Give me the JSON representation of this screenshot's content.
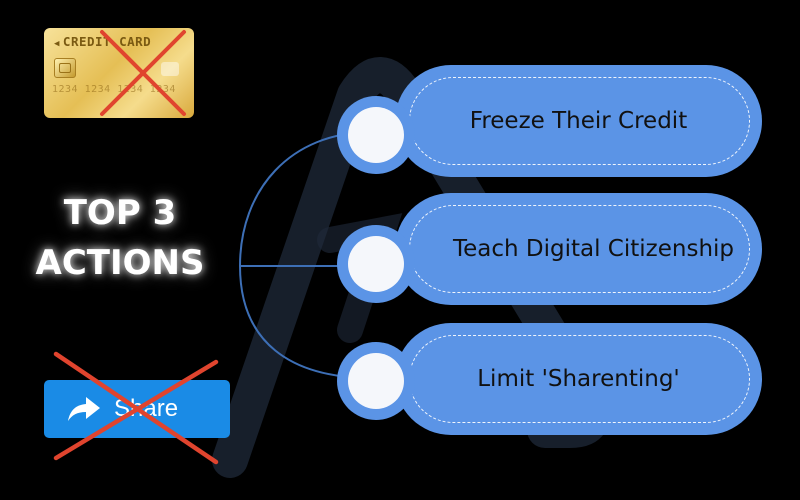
{
  "card": {
    "title": "CREDIT CARD",
    "number": "1234 1234 1234 1234",
    "crossed_out": true
  },
  "title": {
    "line1": "TOP 3",
    "line2": "ACTIONS"
  },
  "share_button": {
    "label": "Share",
    "crossed_out": true
  },
  "actions": [
    {
      "label": "Freeze Their Credit"
    },
    {
      "label": "Teach Digital Citizenship"
    },
    {
      "label": "Limit 'Sharenting'"
    }
  ],
  "colors": {
    "background": "#000000",
    "pill": "#5b94e6",
    "node_center": "#f5f7fb",
    "connector": "#3d6fb6",
    "cross": "#e0442e",
    "share_button": "#1a8be6",
    "card_gold": "#e5bf55"
  }
}
